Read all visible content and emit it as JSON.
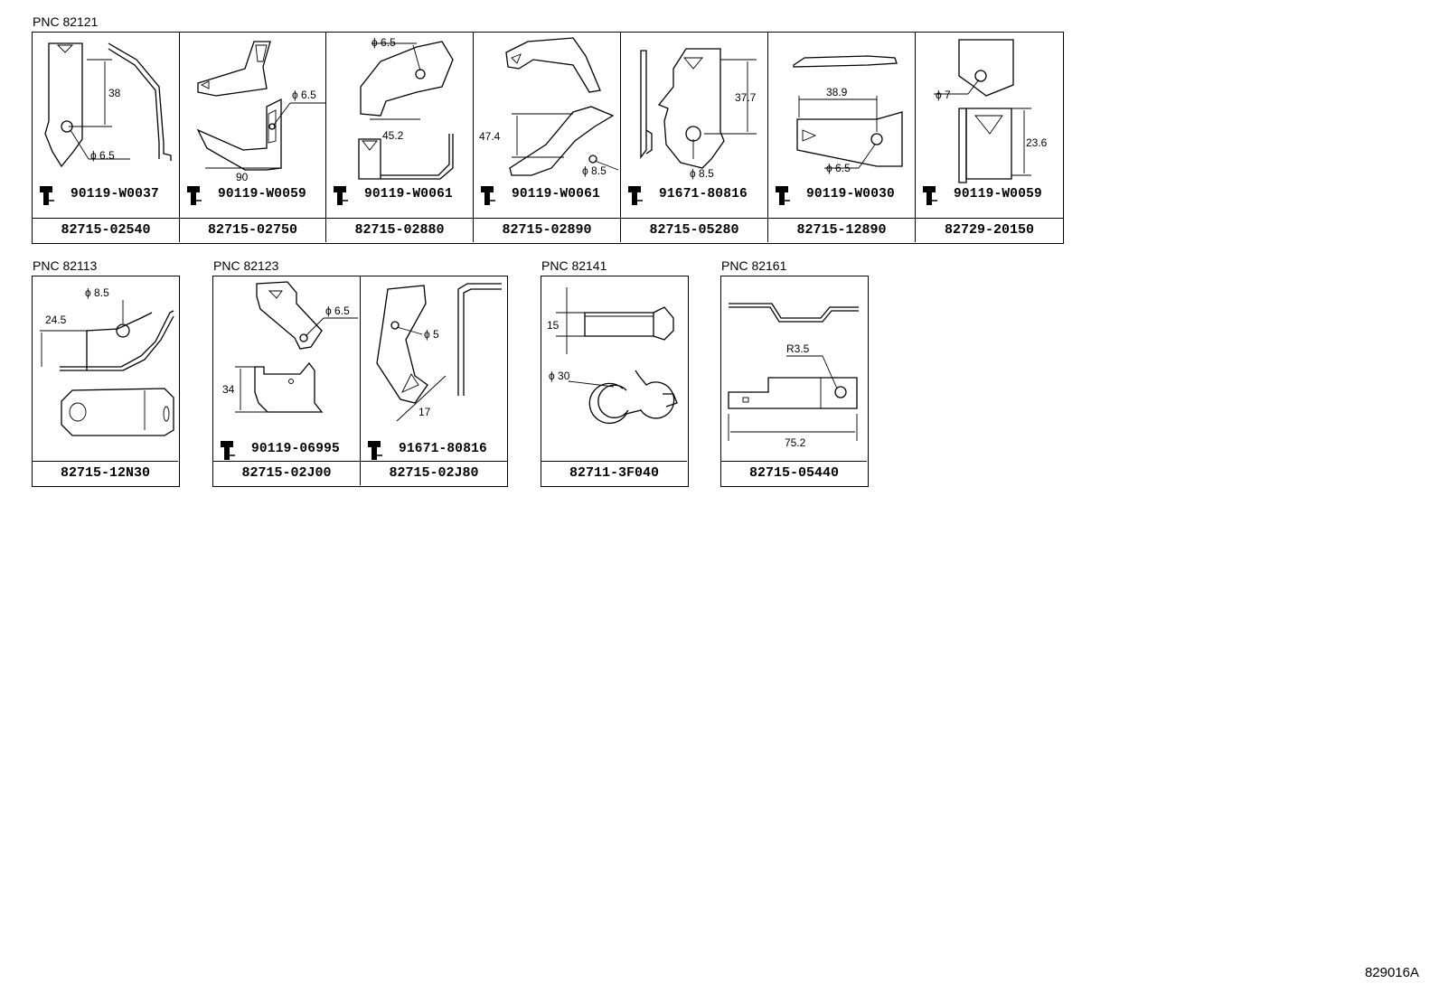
{
  "groups": [
    {
      "pnc": "PNC 82121",
      "cells": [
        {
          "dims": [
            "38",
            "ϕ 6.5"
          ],
          "bolt": "90119-W0037",
          "part": "82715-02540"
        },
        {
          "dims": [
            "ϕ 6.5",
            "90"
          ],
          "bolt": "90119-W0059",
          "part": "82715-02750"
        },
        {
          "dims": [
            "ϕ 6.5",
            "45.2"
          ],
          "bolt": "90119-W0061",
          "part": "82715-02880"
        },
        {
          "dims": [
            "47.4",
            "ϕ 8.5"
          ],
          "bolt": "90119-W0061",
          "part": "82715-02890"
        },
        {
          "dims": [
            "37.7",
            "ϕ 8.5"
          ],
          "bolt": "91671-80816",
          "part": "82715-05280"
        },
        {
          "dims": [
            "38.9",
            "ϕ 6.5"
          ],
          "bolt": "90119-W0030",
          "part": "82715-12890"
        },
        {
          "dims": [
            "ϕ 7",
            "23.6"
          ],
          "bolt": "90119-W0059",
          "part": "82729-20150"
        }
      ]
    },
    {
      "pnc": "PNC 82113",
      "cells": [
        {
          "dims": [
            "ϕ 8.5",
            "24.5"
          ],
          "part": "82715-12N30"
        }
      ]
    },
    {
      "pnc": "PNC 82123",
      "cells": [
        {
          "dims": [
            "ϕ 6.5",
            "34"
          ],
          "bolt": "90119-06995",
          "part": "82715-02J00"
        },
        {
          "dims": [
            "ϕ 5",
            "17"
          ],
          "bolt": "91671-80816",
          "part": "82715-02J80"
        }
      ]
    },
    {
      "pnc": "PNC 82141",
      "cells": [
        {
          "dims": [
            "15",
            "ϕ 30"
          ],
          "part": "82711-3F040"
        }
      ]
    },
    {
      "pnc": "PNC 82161",
      "cells": [
        {
          "dims": [
            "R3.5",
            "75.2"
          ],
          "part": "82715-05440"
        }
      ]
    }
  ],
  "footer": "829016A"
}
